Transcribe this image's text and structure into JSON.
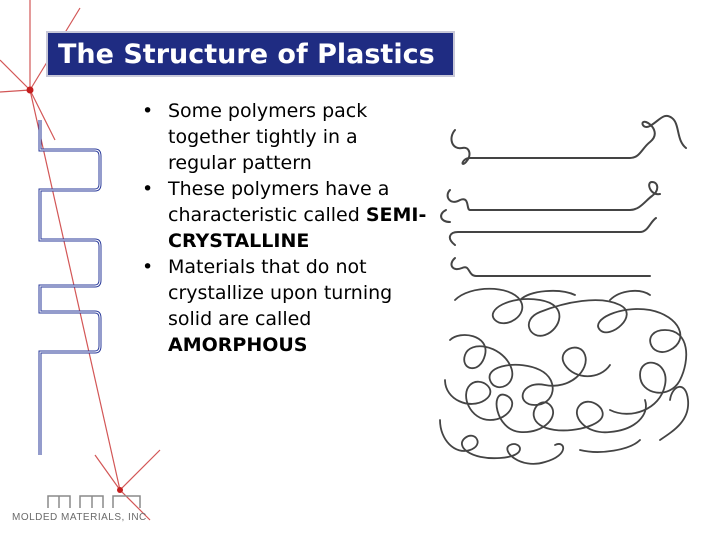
{
  "title": "The Structure of Plastics",
  "bullets": [
    {
      "text": "Some polymers pack together tightly in a regular pattern",
      "emphasis": ""
    },
    {
      "text": "These polymers have a characteristic called",
      "emphasis": "SEMI-CRYSTALLINE"
    },
    {
      "text": "Materials that do not crystallize upon turning solid are called",
      "emphasis": "AMORPHOUS"
    }
  ],
  "logo_text": "MOLDED MATERIALS, INC",
  "colors": {
    "title_bg": "#1f2c82",
    "accent_red": "#c41e1e",
    "serpentine_blue": "#2a3a9a"
  }
}
